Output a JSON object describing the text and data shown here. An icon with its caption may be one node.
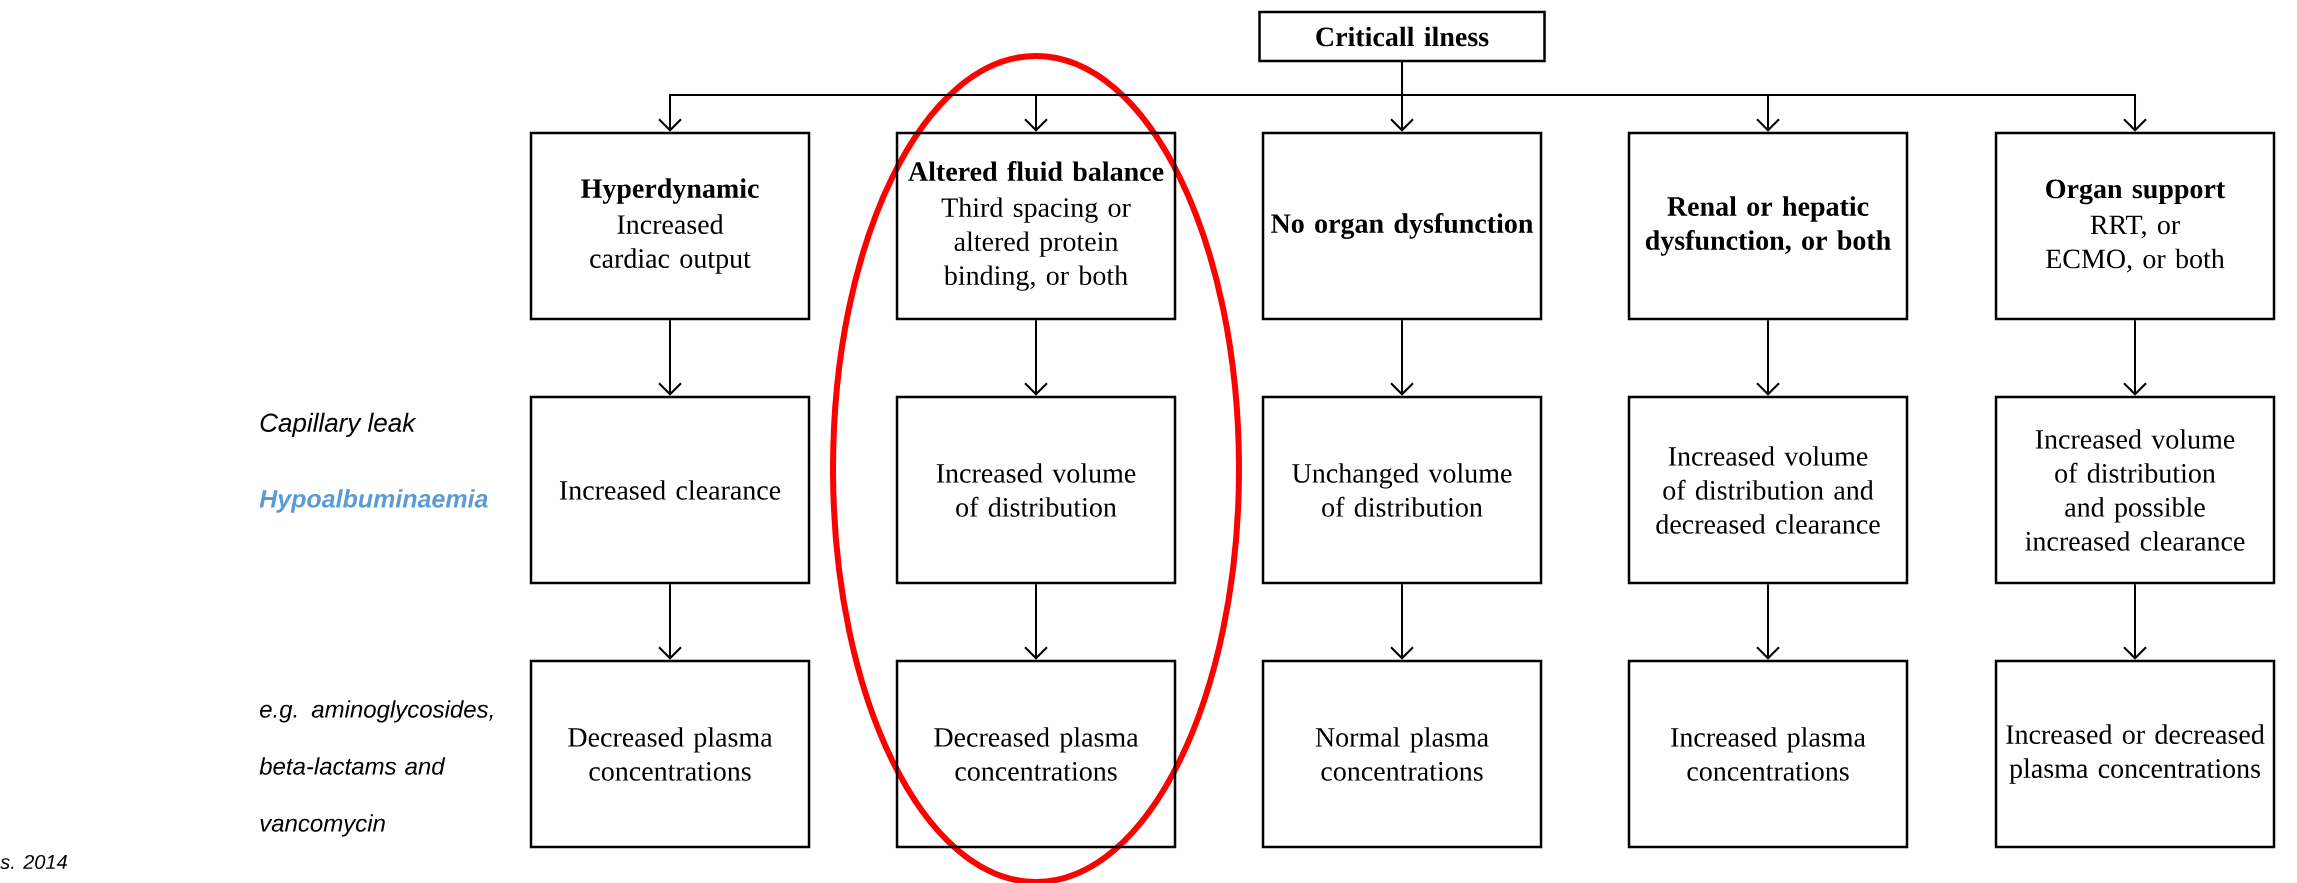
{
  "diagram": {
    "nodes": [
      {
        "text": [
          "Criticall ilness"
        ]
      },
      {
        "text": [
          "Hyperdynamic",
          "Increased cardiac output"
        ]
      },
      {
        "text": [
          "Altered fluid balance",
          "Third spacing or altered protein binding, or both"
        ]
      },
      {
        "text": [
          "No organ dysfunction"
        ]
      },
      {
        "text": [
          "Renal or hepatic dysfunction, or both"
        ]
      },
      {
        "text": [
          "Organ support",
          "RRT, or ECMO, or both"
        ]
      },
      {
        "text": [
          "Increased clearance"
        ]
      },
      {
        "text": [
          "Increased volume of distribution"
        ]
      },
      {
        "text": [
          "Unchanged volume of distribution"
        ]
      },
      {
        "text": [
          "Increased volume of distribution and decreased clearance"
        ]
      },
      {
        "text": [
          "Increased volume of distribution and possible increased clearance"
        ]
      },
      {
        "text": [
          "Decreased plasma concentrations"
        ]
      },
      {
        "text": [
          "Decreased plasma concentrations"
        ]
      },
      {
        "text": [
          "Normal plasma concentrations"
        ]
      },
      {
        "text": [
          "Increased plasma concentrations"
        ]
      },
      {
        "text": [
          "Increased or decreased plasma concentrations"
        ]
      }
    ],
    "edges": [
      {
        "from": 0,
        "to": 1,
        "arrow": "to"
      },
      {
        "from": 0,
        "to": 2,
        "arrow": "to"
      },
      {
        "from": 0,
        "to": 3,
        "arrow": "to"
      },
      {
        "from": 0,
        "to": 4,
        "arrow": "to"
      },
      {
        "from": 0,
        "to": 5,
        "arrow": "to"
      },
      {
        "from": 1,
        "to": 6,
        "arrow": "to"
      },
      {
        "from": 2,
        "to": 7,
        "arrow": "to"
      },
      {
        "from": 3,
        "to": 8,
        "arrow": "to"
      },
      {
        "from": 4,
        "to": 9,
        "arrow": "to"
      },
      {
        "from": 5,
        "to": 10,
        "arrow": "to"
      },
      {
        "from": 6,
        "to": 11,
        "arrow": "to"
      },
      {
        "from": 7,
        "to": 12,
        "arrow": "to"
      },
      {
        "from": 8,
        "to": 13,
        "arrow": "to"
      },
      {
        "from": 9,
        "to": 14,
        "arrow": "to"
      },
      {
        "from": 10,
        "to": 15,
        "arrow": "to"
      }
    ],
    "labels": [
      "Capillary leak",
      "Hypoalbuminaemia",
      "e.g. aminoglycosides, beta-lactams and vancomycin",
      "s. 2014"
    ]
  }
}
